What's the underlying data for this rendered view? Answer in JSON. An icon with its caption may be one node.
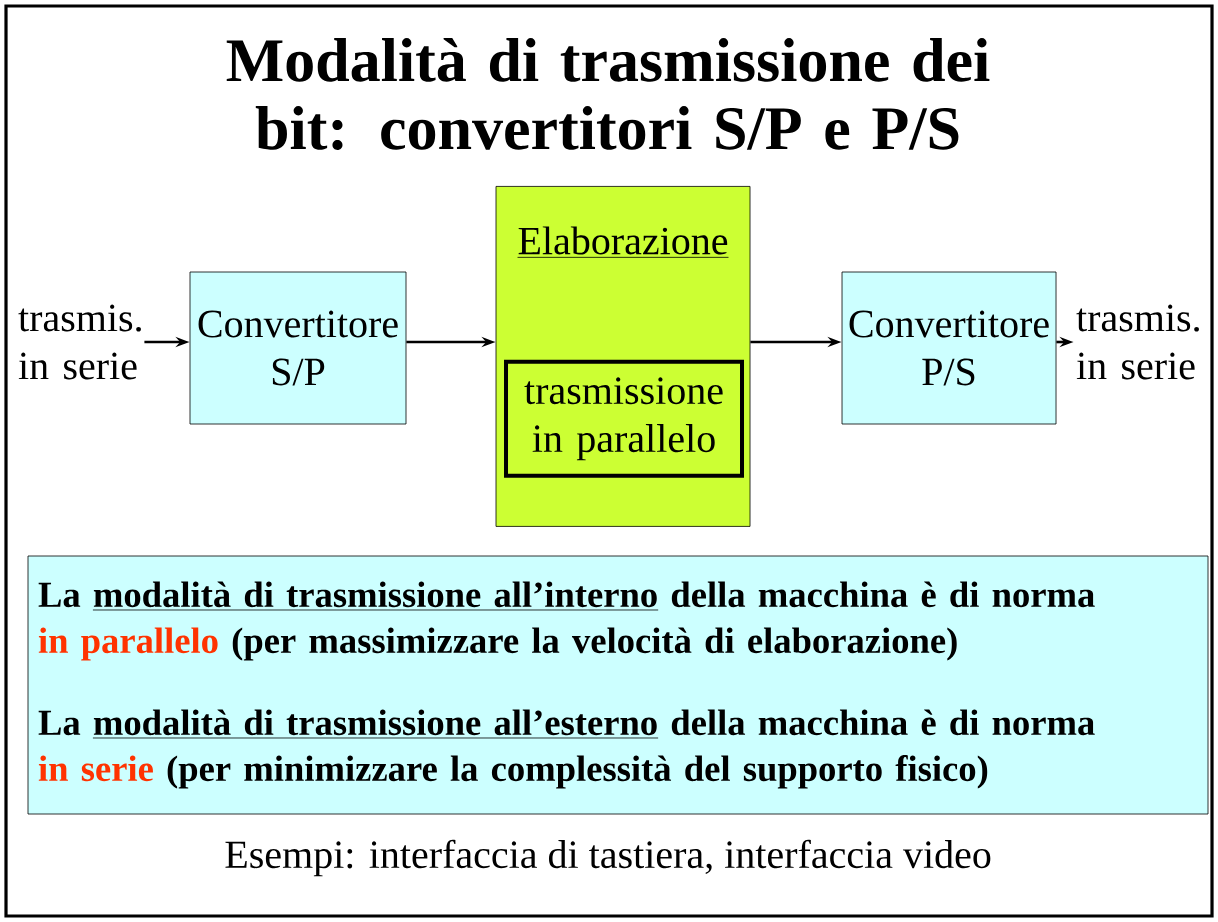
{
  "diagram": {
    "title": "Modalità di trasmissione dei bit: convertitori S/P e P/S",
    "nodes": [
      {
        "text": [
          "trasmis. in serie"
        ]
      },
      {
        "text": [
          "Convertitore S/P"
        ]
      },
      {
        "text": [
          "Elaborazione"
        ]
      },
      {
        "text": [
          "trasmissione in parallelo"
        ],
        "in": 2
      },
      {
        "text": [
          "Convertitore P/S"
        ]
      },
      {
        "text": [
          "trasmis. in serie"
        ]
      },
      {
        "text": [
          "La",
          "modalità di trasmissione all’interno",
          "della macchina è di norma",
          "in parallelo",
          "(per massimizzare la velocità di elaborazione)",
          "La",
          "modalità di trasmissione all’esterno",
          "della macchina è di norma",
          "in serie",
          "(per minimizzare la complessità del supporto fisico)"
        ]
      }
    ],
    "edges": [
      {
        "from": 0,
        "to": 1,
        "arrow": "to"
      },
      {
        "from": 1,
        "to": 2,
        "arrow": "to"
      },
      {
        "from": 2,
        "to": 4,
        "arrow": "to"
      },
      {
        "from": 4,
        "to": 5,
        "arrow": "to"
      }
    ],
    "labels": [
      "Esempi: interfaccia di tastiera, interfaccia video"
    ]
  }
}
